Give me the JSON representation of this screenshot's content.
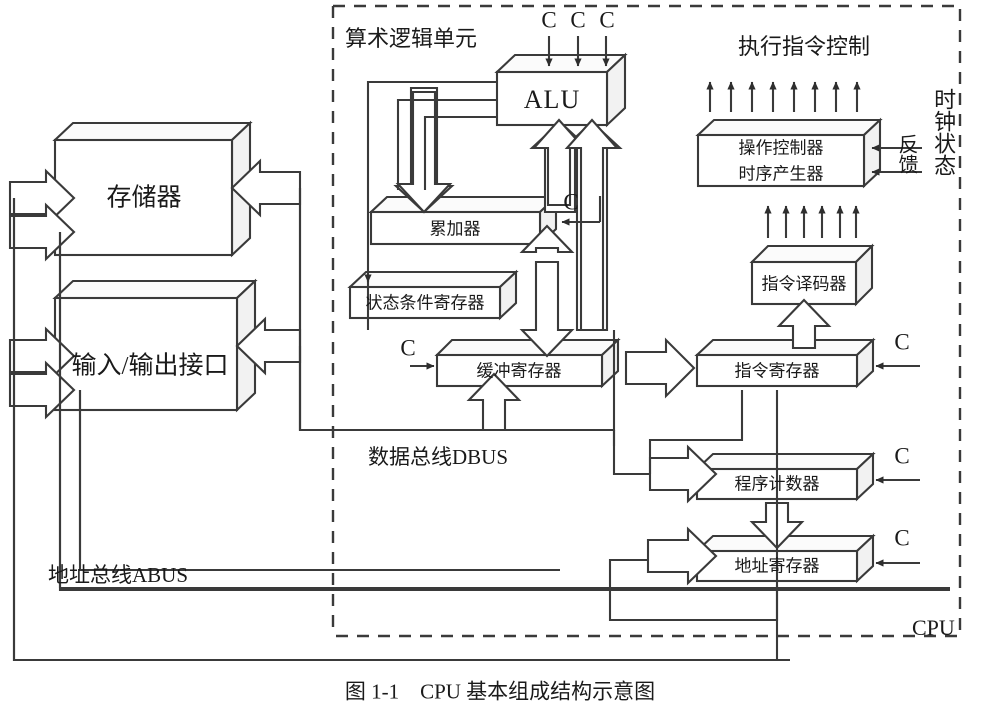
{
  "figure": {
    "caption": "图 1-1　CPU 基本组成结构示意图",
    "cpu_boundary_label": "CPU",
    "alu_section_label": "算术逻辑单元",
    "exec_control_label": "执行指令控制",
    "clock_state_label": "时钟状态",
    "feedback_label": "反馈",
    "dbus_label": "数据总线DBUS",
    "abus_label": "地址总线ABUS"
  },
  "blocks": {
    "memory": "存储器",
    "io": "输入/输出接口",
    "alu": "ALU",
    "accumulator": "累加器",
    "status_register": "状态条件寄存器",
    "buffer_register": "缓冲寄存器",
    "instruction_register": "指令寄存器",
    "instruction_decoder": "指令译码器",
    "controller_line1": "操作控制器",
    "controller_line2": "时序产生器",
    "program_counter": "程序计数器",
    "address_register": "地址寄存器"
  },
  "control_signals": {
    "alu_c1": "C",
    "alu_c2": "C",
    "alu_c3": "C",
    "accumulator_c": "C",
    "buffer_c": "C",
    "instruction_reg_c": "C",
    "pc_c": "C",
    "addr_reg_c": "C"
  },
  "colors": {
    "stroke": "#3a3a3a",
    "text": "#1a1a1a",
    "background": "#ffffff",
    "face_light": "#fbfbfb",
    "face_shade": "#f2f2f2"
  }
}
